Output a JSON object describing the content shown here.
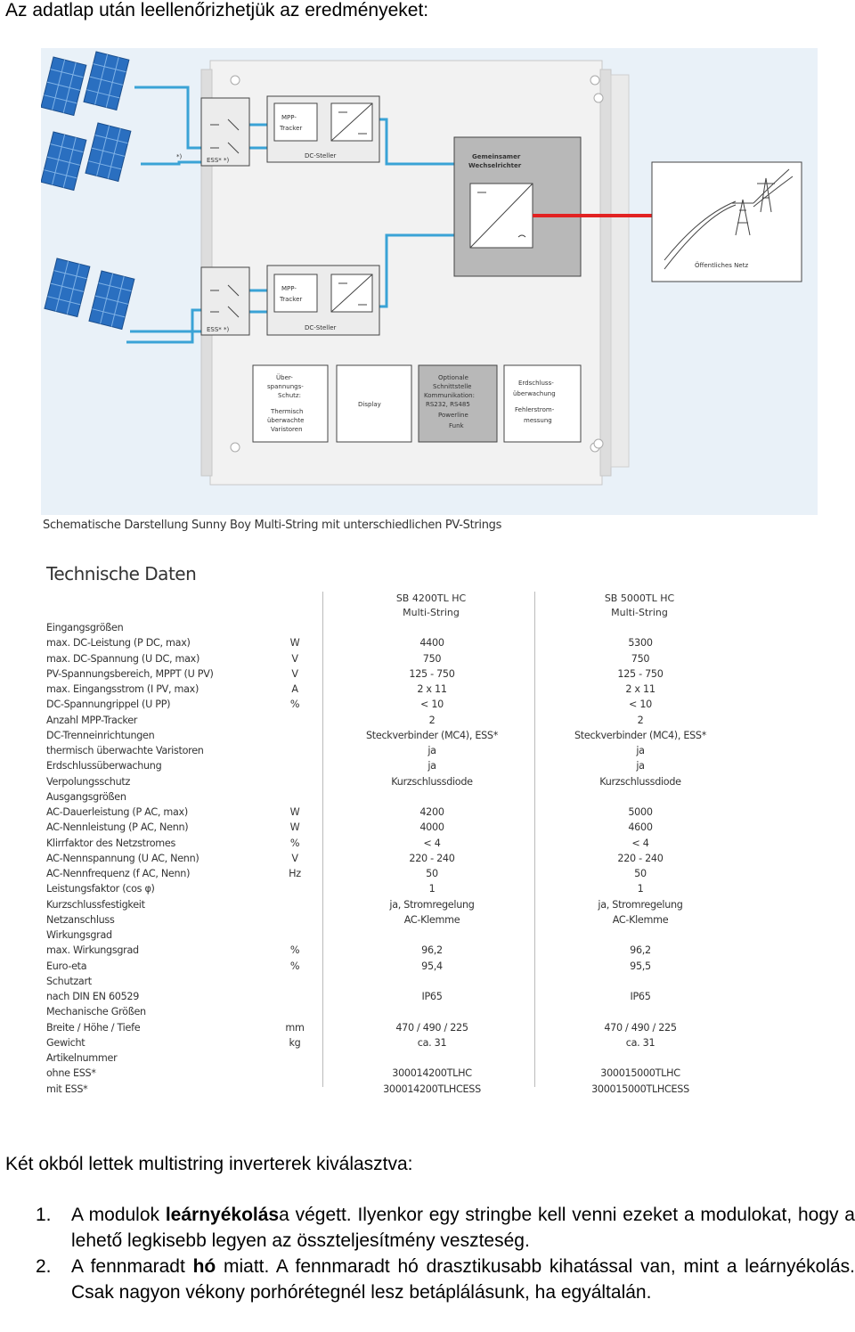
{
  "heading": "Az adatlap után leellenőrizhetjük az eredményeket:",
  "diagram": {
    "labels": {
      "note1": "*)",
      "ess_top": "ESS* *)",
      "ess_bottom": "ESS* *)",
      "mpp_top": "MPP-\nTracker",
      "mpp_bottom": "MPP-\nTracker",
      "dc_top": "DC-Steller",
      "dc_bottom": "DC-Steller",
      "inverter": "Gemeinsamer\nWechselrichter",
      "grid": "Öffentliches Netz",
      "box1": "Über-\nspannungs-\nSchutz:\nThermisch\nüberwachte\nVaristoren",
      "box2": "Display",
      "box3": "Optionale\nSchnittstelle\nKommunikation:\nRS232, RS485\nPowerline\nFunk",
      "box4": "Erdschluss-\nüberwachung\nFehlerstrom-\nmessung"
    },
    "colors": {
      "dc_wire": "#3aa3d6",
      "ac_wire": "#e22222",
      "panel": "#2a6fc0",
      "background": "#e8f0f8"
    }
  },
  "caption": "Schematische Darstellung Sunny Boy Multi-String mit unterschiedlichen PV-Strings",
  "tech": {
    "title": "Technische Daten",
    "col1": [
      "SB 4200TL HC",
      "Multi-String"
    ],
    "col2": [
      "SB 5000TL HC",
      "Multi-String"
    ],
    "rows": [
      {
        "label": "Eingangsgrößen",
        "unit": "",
        "v1": "",
        "v2": ""
      },
      {
        "label": "max. DC-Leistung (P DC, max)",
        "unit": "W",
        "v1": "4400",
        "v2": "5300"
      },
      {
        "label": "max. DC-Spannung (U DC, max)",
        "unit": "V",
        "v1": "750",
        "v2": "750"
      },
      {
        "label": "PV-Spannungsbereich, MPPT (U PV)",
        "unit": "V",
        "v1": "125 - 750",
        "v2": "125 - 750"
      },
      {
        "label": "max. Eingangsstrom (I PV, max)",
        "unit": "A",
        "v1": "2 x 11",
        "v2": "2 x 11"
      },
      {
        "label": "DC-Spannungrippel (U PP)",
        "unit": "%",
        "v1": "< 10",
        "v2": "< 10"
      },
      {
        "label": "Anzahl MPP-Tracker",
        "unit": "",
        "v1": "2",
        "v2": "2"
      },
      {
        "label": "DC-Trenneinrichtungen",
        "unit": "",
        "v1": "Steckverbinder (MC4), ESS*",
        "v2": "Steckverbinder (MC4), ESS*"
      },
      {
        "label": "thermisch überwachte Varistoren",
        "unit": "",
        "v1": "ja",
        "v2": "ja"
      },
      {
        "label": "Erdschlussüberwachung",
        "unit": "",
        "v1": "ja",
        "v2": "ja"
      },
      {
        "label": "Verpolungsschutz",
        "unit": "",
        "v1": "Kurzschlussdiode",
        "v2": "Kurzschlussdiode"
      },
      {
        "label": "Ausgangsgrößen",
        "unit": "",
        "v1": "",
        "v2": ""
      },
      {
        "label": "AC-Dauerleistung (P AC, max)",
        "unit": "W",
        "v1": "4200",
        "v2": "5000"
      },
      {
        "label": "AC-Nennleistung (P AC, Nenn)",
        "unit": "W",
        "v1": "4000",
        "v2": "4600"
      },
      {
        "label": "Klirrfaktor des Netzstromes",
        "unit": "%",
        "v1": "< 4",
        "v2": "< 4"
      },
      {
        "label": "AC-Nennspannung (U AC, Nenn)",
        "unit": "V",
        "v1": "220 - 240",
        "v2": "220 - 240"
      },
      {
        "label": "AC-Nennfrequenz (f AC, Nenn)",
        "unit": "Hz",
        "v1": "50",
        "v2": "50"
      },
      {
        "label": "Leistungsfaktor (cos φ)",
        "unit": "",
        "v1": "1",
        "v2": "1"
      },
      {
        "label": "Kurzschlussfestigkeit",
        "unit": "",
        "v1": "ja, Stromregelung",
        "v2": "ja, Stromregelung"
      },
      {
        "label": "Netzanschluss",
        "unit": "",
        "v1": "AC-Klemme",
        "v2": "AC-Klemme"
      },
      {
        "label": "Wirkungsgrad",
        "unit": "",
        "v1": "",
        "v2": ""
      },
      {
        "label": "max. Wirkungsgrad",
        "unit": "%",
        "v1": "96,2",
        "v2": "96,2"
      },
      {
        "label": "Euro-eta",
        "unit": "%",
        "v1": "95,4",
        "v2": "95,5"
      },
      {
        "label": "Schutzart",
        "unit": "",
        "v1": "",
        "v2": ""
      },
      {
        "label": "nach DIN EN 60529",
        "unit": "",
        "v1": "IP65",
        "v2": "IP65"
      },
      {
        "label": "Mechanische Größen",
        "unit": "",
        "v1": "",
        "v2": ""
      },
      {
        "label": "Breite / Höhe / Tiefe",
        "unit": "mm",
        "v1": "470 / 490 / 225",
        "v2": "470 / 490 / 225"
      },
      {
        "label": "Gewicht",
        "unit": "kg",
        "v1": "ca. 31",
        "v2": "ca. 31"
      },
      {
        "label": "Artikelnummer",
        "unit": "",
        "v1": "",
        "v2": ""
      },
      {
        "label": "ohne ESS*",
        "unit": "",
        "v1": "300014200TLHC",
        "v2": "300015000TLHC"
      },
      {
        "label": "mit ESS*",
        "unit": "",
        "v1": "300014200TLHCESS",
        "v2": "300015000TLHCESS"
      }
    ]
  },
  "intro": "Két okból lettek multistring inverterek kiválasztva:",
  "items": [
    {
      "num": "1.",
      "pre": "A modulok ",
      "bold": "leárnyékolás",
      "post": "a végett. Ilyenkor egy stringbe kell venni ezeket a modulokat, hogy a lehető legkisebb legyen az összteljesítmény veszteség."
    },
    {
      "num": "2.",
      "pre": "A fennmaradt ",
      "bold": "hó",
      "post": " miatt. A fennmaradt hó drasztikusabb kihatással van, mint a leárnyékolás. Csak nagyon vékony porhórétegnél lesz betáplálásunk, ha egyáltalán."
    }
  ]
}
